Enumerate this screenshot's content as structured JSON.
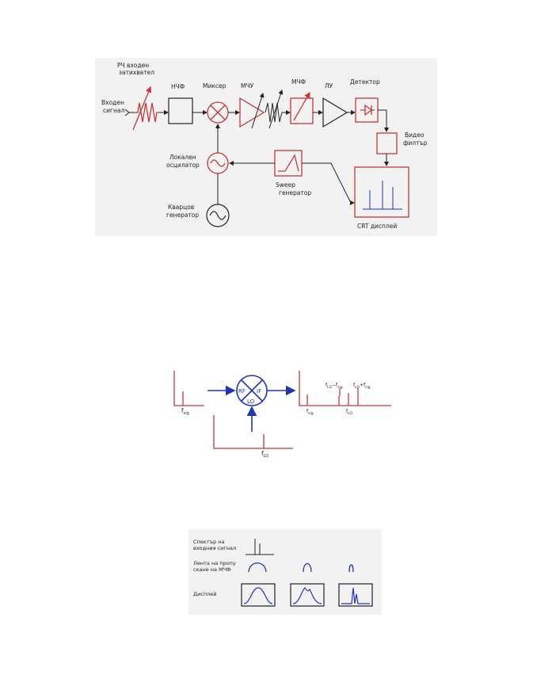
{
  "diagram1": {
    "labels": {
      "rf_input_attenuator_1": "РЧ входен",
      "rf_input_attenuator_2": "затихвател",
      "input_signal_1": "Входен",
      "input_signal_2": "сигнал",
      "lpf": "НЧФ",
      "mixer": "Миксер",
      "if_amp": "МЧУ",
      "if_filter": "МЧФ",
      "log_amp": "ЛУ",
      "detector": "Детектор",
      "video_filter_1": "Видео",
      "video_filter_2": "филтър",
      "local_osc_1": "Локален",
      "local_osc_2": "осцилатор",
      "sweep_gen_1": "Sweep",
      "sweep_gen_2": "генератор",
      "crystal_gen_1": "Кварцов",
      "crystal_gen_2": "генератор",
      "crt_display": "CRT дисплей"
    }
  },
  "diagram2": {
    "labels": {
      "rf_port": "RF",
      "if_port": "IF",
      "lo_port": "LO",
      "f_sig": "f",
      "f_sig_sub": "sig",
      "f_lo": "f",
      "f_lo_sub": "LO",
      "f_out_sig": "f",
      "f_out_sig_sub": "sig",
      "f_diff": "f",
      "f_diff_sub": "LO",
      "f_diff_op": "−f",
      "f_diff_sub2": "sig",
      "f_sum": "f",
      "f_sum_sub": "LO",
      "f_sum_op": "+f",
      "f_sum_sub2": "sig",
      "f_out_lo": "f",
      "f_out_lo_sub": "LO"
    }
  },
  "diagram3": {
    "labels": {
      "input_spectrum_1": "Спектър на",
      "input_spectrum_2": "входния сигнал",
      "if_band_1": "Лента на пропу",
      "if_band_2": "скане на МЧФ",
      "display": "Дисплей"
    }
  },
  "colors": {
    "red": "#c83737",
    "blue": "#2233bb",
    "ink": "#222222",
    "panel": "#f2f2f2"
  }
}
